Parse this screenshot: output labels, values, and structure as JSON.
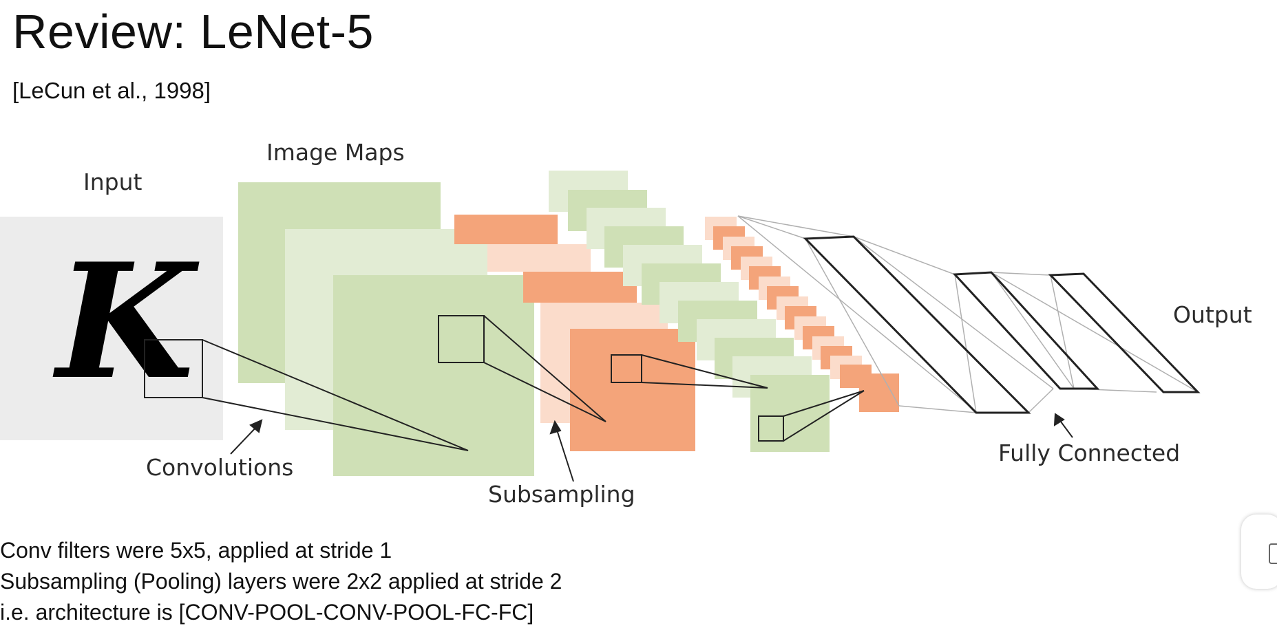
{
  "slide": {
    "title": "Review: LeNet-5",
    "citation": "[LeCun et al., 1998]"
  },
  "diagram": {
    "labels": {
      "input": "Input",
      "input_glyph": "K",
      "image_maps": "Image Maps",
      "output": "Output",
      "convolutions": "Convolutions",
      "subsampling": "Subsampling",
      "fully_connected": "Fully Connected"
    },
    "colors": {
      "conv_green": "#cfe0b6",
      "conv_green_light": "#e2ecd4",
      "pool_orange": "#f4a47a",
      "pool_orange_light": "#fbdccb",
      "input_bg": "#ececec",
      "fc_stroke": "#222222"
    }
  },
  "notes": [
    "Conv filters were 5x5, applied at stride 1",
    "Subsampling (Pooling) layers were 2x2 applied at stride 2",
    "i.e. architecture is [CONV-POOL-CONV-POOL-FC-FC]"
  ],
  "overlay": {
    "icon": "chat-bubble-icon"
  }
}
